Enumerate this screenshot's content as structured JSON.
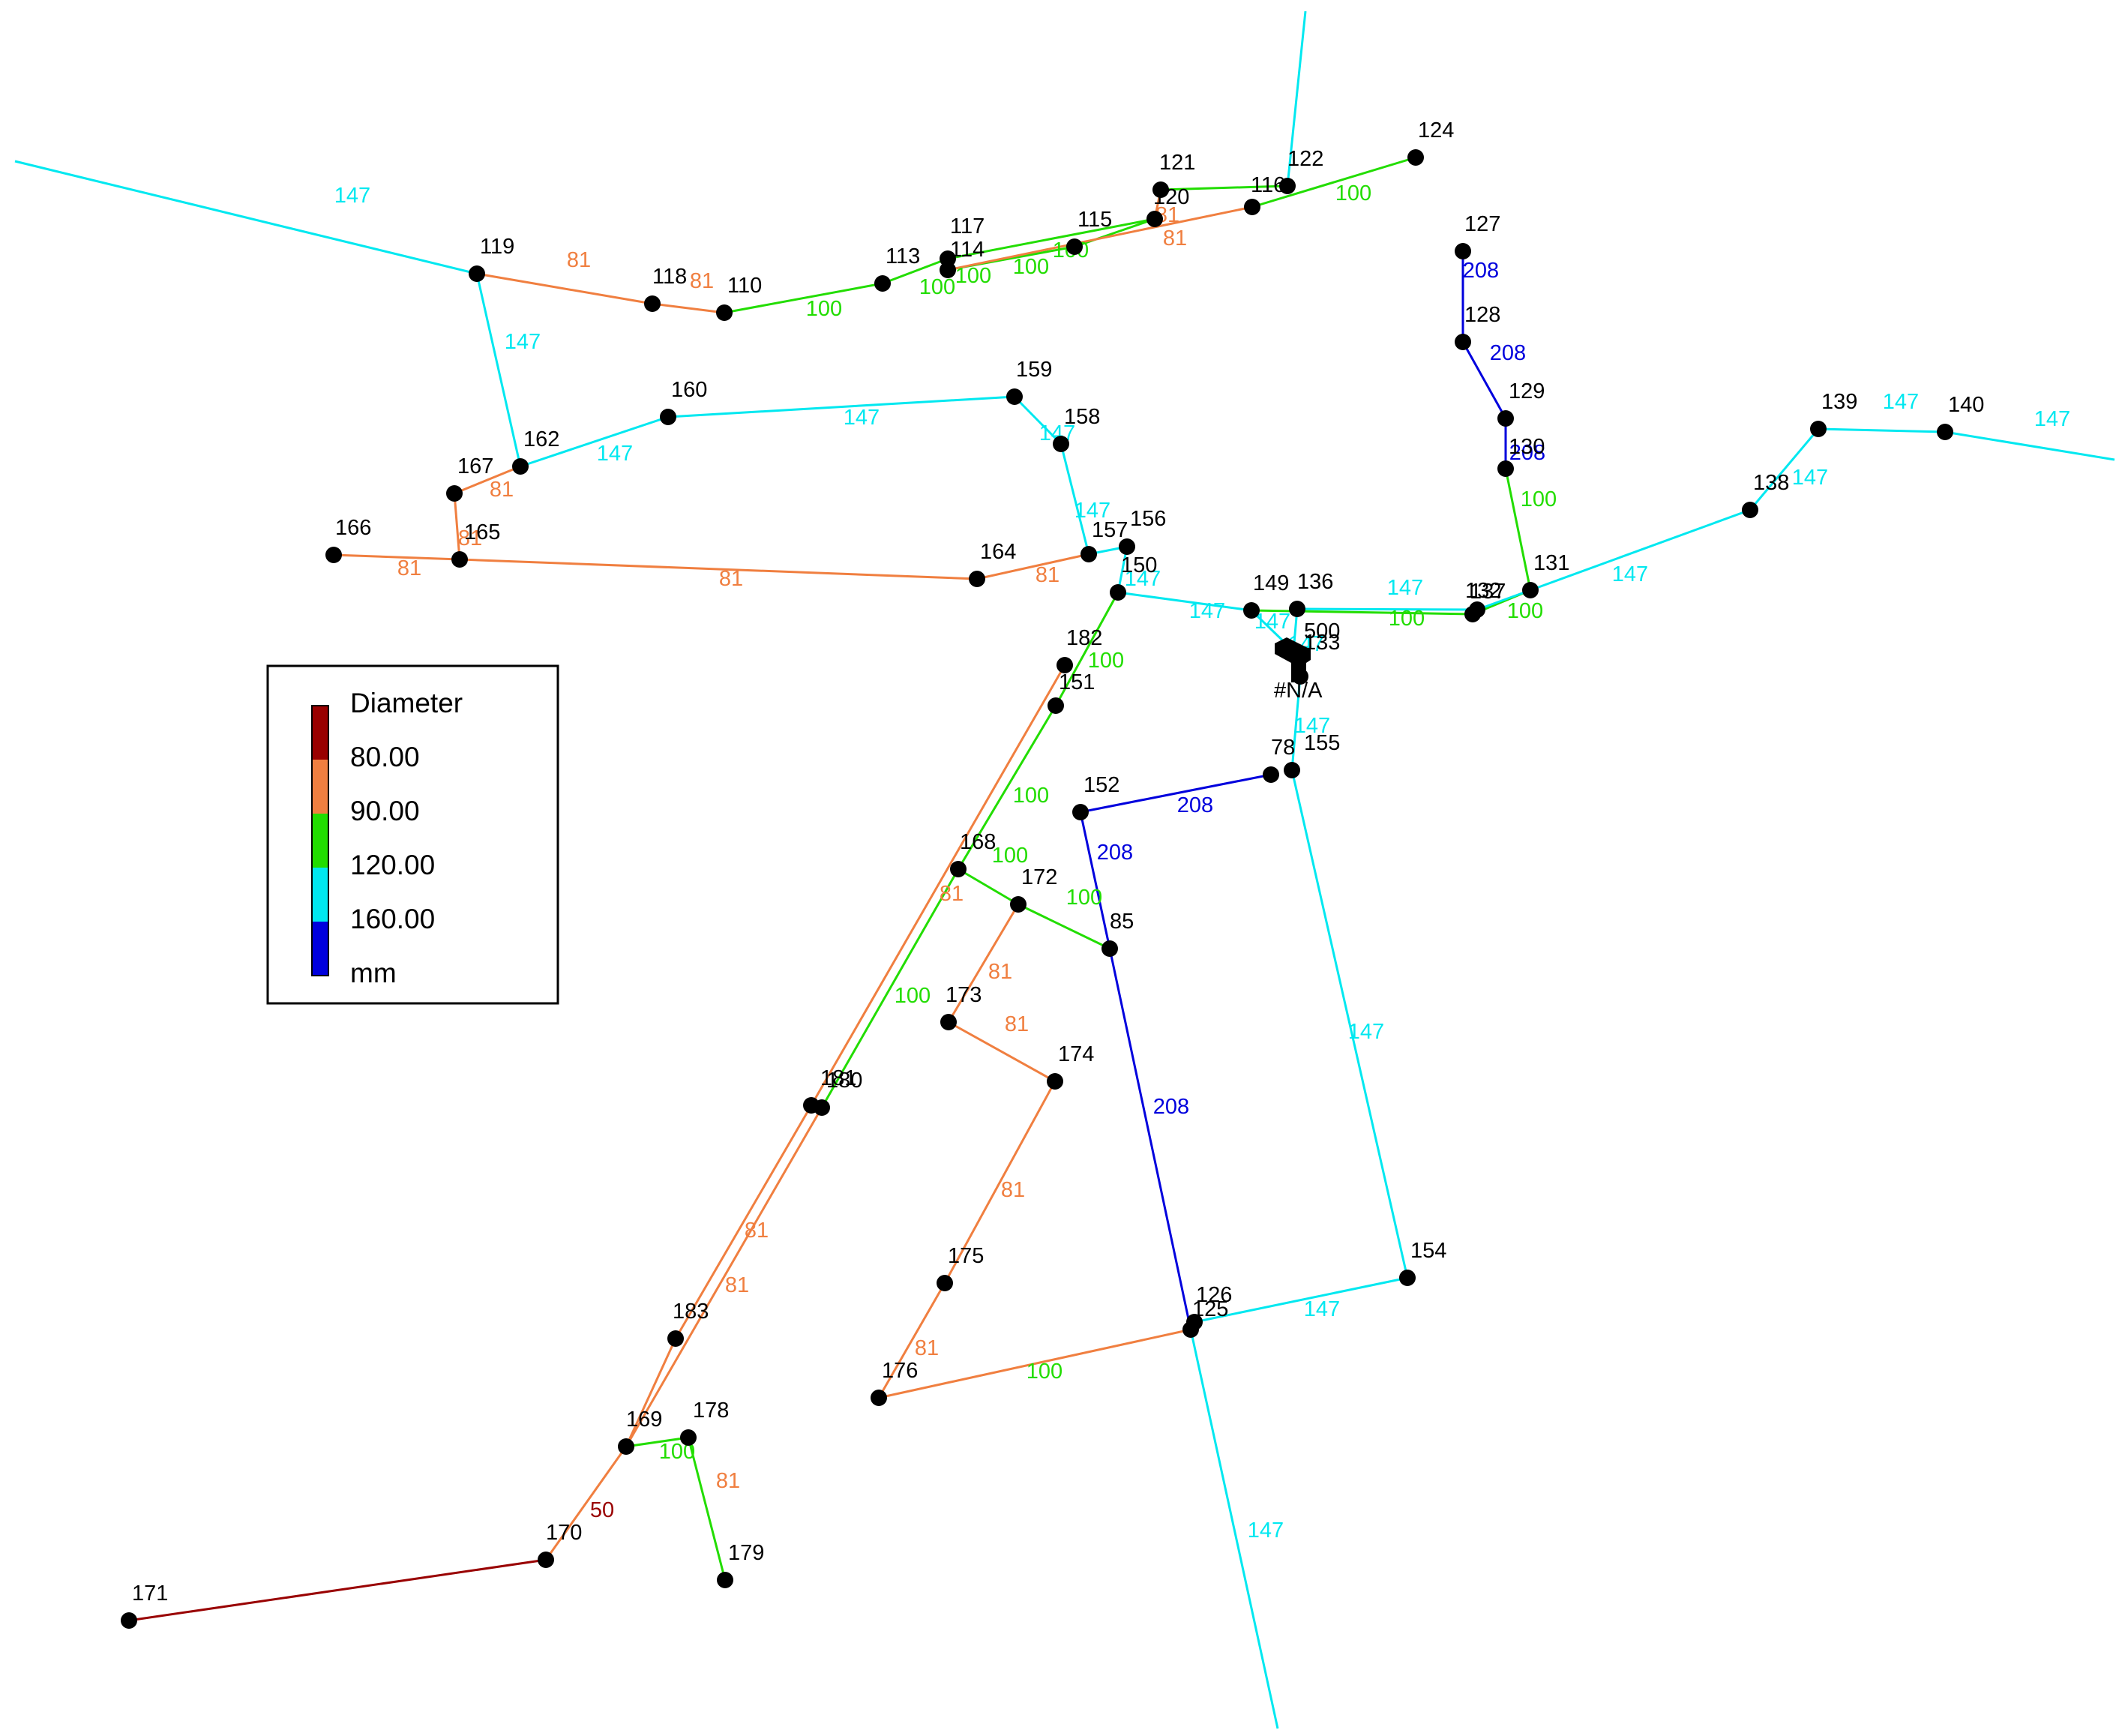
{
  "colors": {
    "lt80": "#990000",
    "c80": "#f07f40",
    "c90": "#22dd00",
    "c120": "#00e8f0",
    "c160": "#0000dd",
    "node": "#000000"
  },
  "legend": {
    "title": "Diameter",
    "breaks": [
      "80.00",
      "90.00",
      "120.00",
      "160.00"
    ],
    "unit": "mm"
  },
  "nodes": [
    {
      "id": "110",
      "label": "110"
    },
    {
      "id": "113",
      "label": "113"
    },
    {
      "id": "114",
      "label": "114"
    },
    {
      "id": "115",
      "label": "115"
    },
    {
      "id": "116",
      "label": "116"
    },
    {
      "id": "117",
      "label": "117"
    },
    {
      "id": "118",
      "label": "118"
    },
    {
      "id": "119",
      "label": "119"
    },
    {
      "id": "120",
      "label": "120"
    },
    {
      "id": "121",
      "label": "121"
    },
    {
      "id": "122",
      "label": "122"
    },
    {
      "id": "124",
      "label": "124"
    },
    {
      "id": "127",
      "label": "127"
    },
    {
      "id": "128",
      "label": "128"
    },
    {
      "id": "129",
      "label": "129"
    },
    {
      "id": "130",
      "label": "130"
    },
    {
      "id": "131",
      "label": "131"
    },
    {
      "id": "132",
      "label": "132"
    },
    {
      "id": "137",
      "label": "137"
    },
    {
      "id": "138",
      "label": "138"
    },
    {
      "id": "139",
      "label": "139"
    },
    {
      "id": "140",
      "label": "140"
    },
    {
      "id": "149",
      "label": "149"
    },
    {
      "id": "136",
      "label": "136"
    },
    {
      "id": "133",
      "label": "133"
    },
    {
      "id": "500",
      "label": "500"
    },
    {
      "id": "NA",
      "label": "#N/A"
    },
    {
      "id": "78",
      "label": "78"
    },
    {
      "id": "155",
      "label": "155"
    },
    {
      "id": "152",
      "label": "152"
    },
    {
      "id": "150",
      "label": "150"
    },
    {
      "id": "157",
      "label": "157"
    },
    {
      "id": "156",
      "label": "156"
    },
    {
      "id": "158",
      "label": "158"
    },
    {
      "id": "159",
      "label": "159"
    },
    {
      "id": "160",
      "label": "160"
    },
    {
      "id": "162",
      "label": "162"
    },
    {
      "id": "167",
      "label": "167"
    },
    {
      "id": "165",
      "label": "165"
    },
    {
      "id": "166",
      "label": "166"
    },
    {
      "id": "164",
      "label": "164"
    },
    {
      "id": "182",
      "label": "182"
    },
    {
      "id": "151",
      "label": "151"
    },
    {
      "id": "168",
      "label": "168"
    },
    {
      "id": "172",
      "label": "172"
    },
    {
      "id": "85",
      "label": "85"
    },
    {
      "id": "173",
      "label": "173"
    },
    {
      "id": "174",
      "label": "174"
    },
    {
      "id": "175",
      "label": "175"
    },
    {
      "id": "176",
      "label": "176"
    },
    {
      "id": "181",
      "label": "181"
    },
    {
      "id": "180",
      "label": "180"
    },
    {
      "id": "183",
      "label": "183"
    },
    {
      "id": "169",
      "label": "169"
    },
    {
      "id": "178",
      "label": "178"
    },
    {
      "id": "179",
      "label": "179"
    },
    {
      "id": "170",
      "label": "170"
    },
    {
      "id": "171",
      "label": "171"
    },
    {
      "id": "126",
      "label": "126"
    },
    {
      "id": "125",
      "label": "125"
    },
    {
      "id": "154",
      "label": "154"
    }
  ],
  "pipes": [
    {
      "from": "edge-w",
      "to": "119",
      "label": "147",
      "cls": "c120"
    },
    {
      "from": "119",
      "to": "162",
      "label": "147",
      "cls": "c120"
    },
    {
      "from": "119",
      "to": "118",
      "label": "81",
      "cls": "c80"
    },
    {
      "from": "118",
      "to": "110",
      "label": "81",
      "cls": "c80"
    },
    {
      "from": "110",
      "to": "113",
      "label": "100",
      "cls": "c90"
    },
    {
      "from": "113",
      "to": "117",
      "label": "100",
      "cls": "c90"
    },
    {
      "from": "117",
      "to": "120",
      "label": "100",
      "cls": "c90"
    },
    {
      "from": "114",
      "to": "115",
      "label": "100",
      "cls": "c90"
    },
    {
      "from": "115",
      "to": "120",
      "label": "100",
      "cls": "c90"
    },
    {
      "from": "114",
      "to": "116",
      "label": "81",
      "cls": "c80"
    },
    {
      "from": "120",
      "to": "121",
      "label": "81",
      "cls": "c80"
    },
    {
      "from": "121",
      "to": "122",
      "label": "",
      "cls": "c90"
    },
    {
      "from": "116",
      "to": "124",
      "label": "100",
      "cls": "c90"
    },
    {
      "from": "122",
      "to": "edge-n",
      "label": "",
      "cls": "c120"
    },
    {
      "from": "162",
      "to": "160",
      "label": "147",
      "cls": "c120"
    },
    {
      "from": "160",
      "to": "159",
      "label": "147",
      "cls": "c120"
    },
    {
      "from": "159",
      "to": "158",
      "label": "147",
      "cls": "c120"
    },
    {
      "from": "158",
      "to": "157",
      "label": "147",
      "cls": "c120"
    },
    {
      "from": "157",
      "to": "156",
      "label": "",
      "cls": "c120"
    },
    {
      "from": "162",
      "to": "167",
      "label": "81",
      "cls": "c80"
    },
    {
      "from": "167",
      "to": "165",
      "label": "81",
      "cls": "c80"
    },
    {
      "from": "166",
      "to": "165",
      "label": "81",
      "cls": "c80"
    },
    {
      "from": "165",
      "to": "164",
      "label": "81",
      "cls": "c80"
    },
    {
      "from": "164",
      "to": "157",
      "label": "81",
      "cls": "c80"
    },
    {
      "from": "156",
      "to": "150",
      "label": "147",
      "cls": "c120"
    },
    {
      "from": "150",
      "to": "149",
      "label": "147",
      "cls": "c120"
    },
    {
      "from": "149",
      "to": "500",
      "label": "147",
      "cls": "c120"
    },
    {
      "from": "136",
      "to": "500",
      "label": "",
      "cls": "c120"
    },
    {
      "from": "136",
      "to": "137",
      "label": "147",
      "cls": "c120"
    },
    {
      "from": "149",
      "to": "132",
      "label": "100",
      "cls": "c90"
    },
    {
      "from": "132",
      "to": "131",
      "label": "100",
      "cls": "c90"
    },
    {
      "from": "137",
      "to": "131",
      "label": "",
      "cls": "c120"
    },
    {
      "from": "131",
      "to": "138",
      "label": "147",
      "cls": "c120"
    },
    {
      "from": "138",
      "to": "139",
      "label": "147",
      "cls": "c120"
    },
    {
      "from": "139",
      "to": "140",
      "label": "147",
      "cls": "c120"
    },
    {
      "from": "140",
      "to": "edge-e",
      "label": "147",
      "cls": "c120"
    },
    {
      "from": "127",
      "to": "128",
      "label": "208",
      "cls": "c160"
    },
    {
      "from": "128",
      "to": "129",
      "label": "208",
      "cls": "c160"
    },
    {
      "from": "129",
      "to": "130",
      "label": "208",
      "cls": "c160"
    },
    {
      "from": "130",
      "to": "131",
      "label": "100",
      "cls": "c90"
    },
    {
      "from": "133",
      "to": "NA",
      "label": "147",
      "cls": "c120"
    },
    {
      "from": "NA",
      "to": "155",
      "label": "147",
      "cls": "c120"
    },
    {
      "from": "155",
      "to": "154",
      "label": "147",
      "cls": "c120"
    },
    {
      "from": "154",
      "to": "126",
      "label": "147",
      "cls": "c120"
    },
    {
      "from": "125",
      "to": "edge-s",
      "label": "147",
      "cls": "c120"
    },
    {
      "from": "78",
      "to": "152",
      "label": "208",
      "cls": "c160"
    },
    {
      "from": "152",
      "to": "85",
      "label": "208",
      "cls": "c160"
    },
    {
      "from": "85",
      "to": "125",
      "label": "208",
      "cls": "c160"
    },
    {
      "from": "150",
      "to": "151",
      "label": "100",
      "cls": "c90"
    },
    {
      "from": "151",
      "to": "168",
      "label": "100",
      "cls": "c90"
    },
    {
      "from": "168",
      "to": "180",
      "label": "100",
      "cls": "c90"
    },
    {
      "from": "168",
      "to": "172",
      "label": "100",
      "cls": "c90"
    },
    {
      "from": "172",
      "to": "85",
      "label": "100",
      "cls": "c90"
    },
    {
      "from": "182",
      "to": "181",
      "label": "81",
      "cls": "c80"
    },
    {
      "from": "181",
      "to": "183",
      "label": "81",
      "cls": "c80"
    },
    {
      "from": "180",
      "to": "169",
      "label": "81",
      "cls": "c80"
    },
    {
      "from": "183",
      "to": "169",
      "label": "",
      "cls": "c80"
    },
    {
      "from": "172",
      "to": "173",
      "label": "81",
      "cls": "c80"
    },
    {
      "from": "173",
      "to": "174",
      "label": "81",
      "cls": "c80"
    },
    {
      "from": "174",
      "to": "175",
      "label": "81",
      "cls": "c80"
    },
    {
      "from": "175",
      "to": "176",
      "label": "81",
      "cls": "c80"
    },
    {
      "from": "176",
      "to": "125",
      "label": "81",
      "cls": "c80"
    },
    {
      "from": "169",
      "to": "178",
      "label": "100",
      "cls": "c90"
    },
    {
      "from": "178",
      "to": "179",
      "label": "100",
      "cls": "c90"
    },
    {
      "from": "169",
      "to": "170",
      "label": "81",
      "cls": "c80"
    },
    {
      "from": "170",
      "to": "171",
      "label": "50",
      "cls": "lt80"
    }
  ]
}
